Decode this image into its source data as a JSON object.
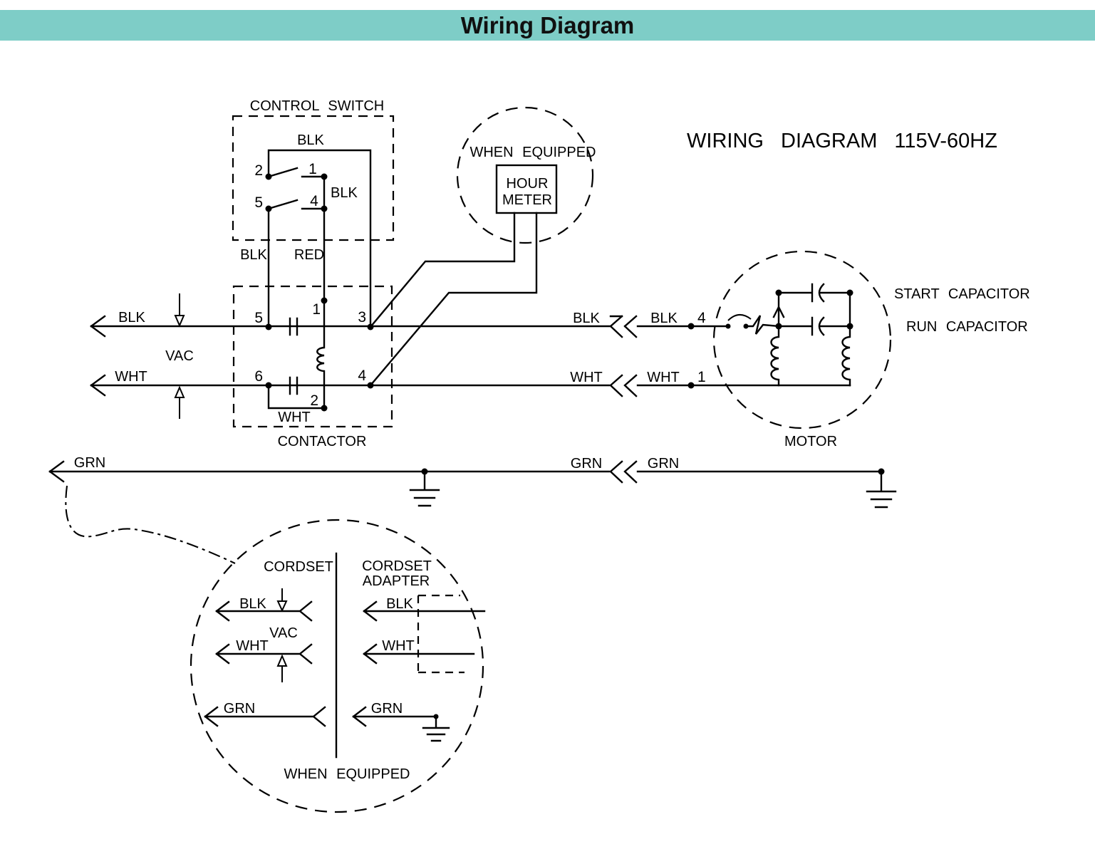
{
  "title_bar": {
    "title": "Wiring Diagram",
    "background_color": "#7ECDC7"
  },
  "heading": "WIRING DIAGRAM 115V-60HZ",
  "control_switch": {
    "title": "CONTROL SWITCH",
    "top_wire_label": "BLK",
    "inner_wire_label": "BLK",
    "terminal_2": "2",
    "terminal_1": "1",
    "terminal_5": "5",
    "terminal_4": "4",
    "bottom_left_wire_label": "BLK",
    "bottom_right_wire_label": "RED"
  },
  "hour_meter": {
    "condition_label": "WHEN EQUIPPED",
    "name_line1": "HOUR",
    "name_line2": "METER"
  },
  "contactor": {
    "title": "CONTACTOR",
    "terminal_5": "5",
    "terminal_1": "1",
    "terminal_3": "3",
    "terminal_6": "6",
    "terminal_4": "4",
    "terminal_2": "2",
    "jumper_label": "WHT"
  },
  "supply": {
    "blk_label": "BLK",
    "wht_label": "WHT",
    "vac_label": "VAC",
    "grn_label": "GRN"
  },
  "connectors": {
    "blk_left": "BLK",
    "blk_right": "BLK",
    "wht_left": "WHT",
    "wht_right": "WHT",
    "grn_left": "GRN",
    "grn_right": "GRN"
  },
  "motor": {
    "label": "MOTOR",
    "terminal_blk": "4",
    "terminal_wht": "1",
    "start_capacitor_label": "START CAPACITOR",
    "run_capacitor_label": "RUN CAPACITOR"
  },
  "cordset_detail": {
    "left_title": "CORDSET",
    "right_title_line1": "CORDSET",
    "right_title_line2": "ADAPTER",
    "left_blk": "BLK",
    "left_wht": "WHT",
    "left_grn": "GRN",
    "vac_label": "VAC",
    "right_blk": "BLK",
    "right_wht": "WHT",
    "right_grn": "GRN",
    "condition_label": "WHEN EQUIPPED"
  }
}
